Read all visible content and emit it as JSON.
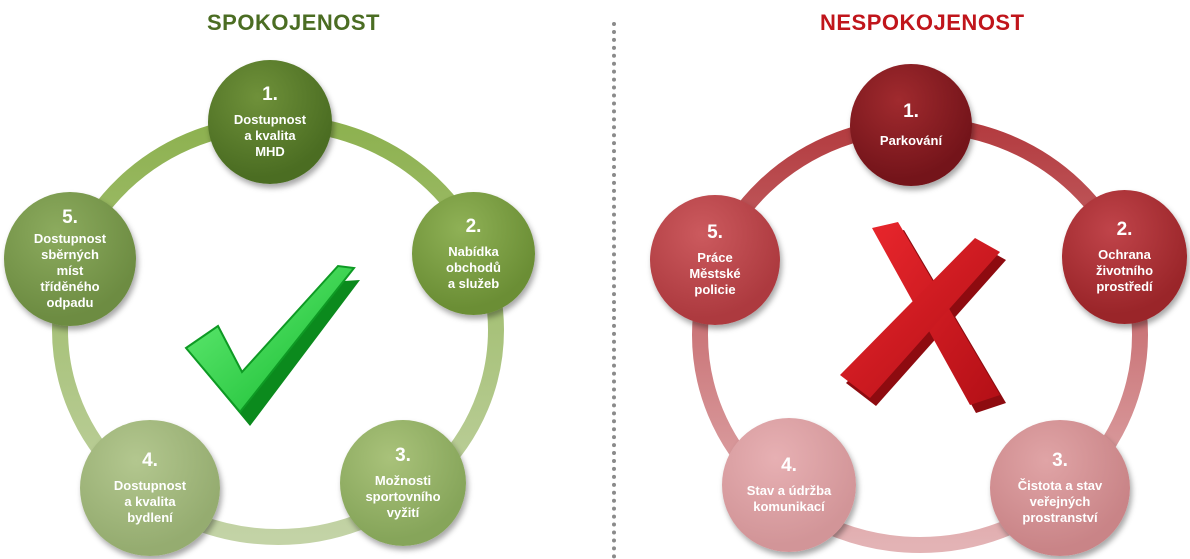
{
  "left_panel": {
    "title": "SPOKOJENOST",
    "symbol": "check-mark",
    "items": [
      {
        "number": "1.",
        "text": "Dostupnost\na kvalita\nMHD"
      },
      {
        "number": "2.",
        "text": "Nabídka\nobchodů\na služeb"
      },
      {
        "number": "3.",
        "text": "Možnosti\nsportovního\nvyžití"
      },
      {
        "number": "4.",
        "text": "Dostupnost\na kvalita\nbydlení"
      },
      {
        "number": "5.",
        "text": "Dostupnost\nsběrných\nmíst\ntříděného\nodpadu"
      }
    ]
  },
  "right_panel": {
    "title": "NESPOKOJENOST",
    "symbol": "cross-mark",
    "items": [
      {
        "number": "1.",
        "text": "Parkování"
      },
      {
        "number": "2.",
        "text": "Ochrana\nživotního\nprostředí"
      },
      {
        "number": "3.",
        "text": "Čistota a stav\nveřejných\nprostranství"
      },
      {
        "number": "4.",
        "text": "Stav a údržba\nkomunikací"
      },
      {
        "number": "5.",
        "text": "Práce\nMěstské\npolicie"
      }
    ]
  },
  "colors": {
    "left_title": "#4b6d23",
    "right_title": "#c0151b",
    "check": "#22d43c",
    "cross": "#d4141c"
  }
}
